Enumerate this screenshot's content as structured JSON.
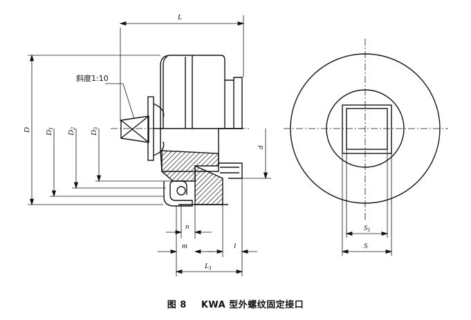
{
  "figure": {
    "number": "图 8",
    "title": "KWA 型外螺纹固定接口"
  },
  "annotations": {
    "taper_note": "斜度1:10"
  },
  "dimensions": {
    "L": "L",
    "D": "D",
    "D1": "D",
    "D1_sub": "1",
    "D2": "D",
    "D2_sub": "2",
    "D3": "D",
    "D3_sub": "3",
    "d": "d",
    "n": "n",
    "m": "m",
    "l": "l",
    "L1": "L",
    "L1_sub": "1",
    "S1": "S",
    "S1_sub": "1",
    "S": "S"
  },
  "colors": {
    "line": "#111111",
    "hatch": "#222222"
  }
}
